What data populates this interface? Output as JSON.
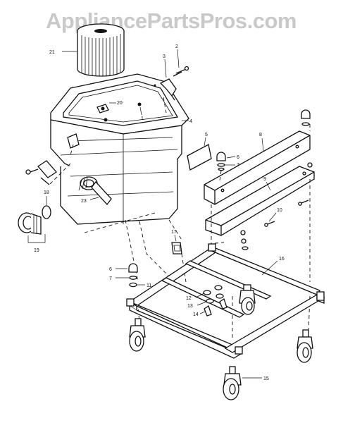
{
  "watermark": "AppliancePartsPros.com",
  "callouts": {
    "p1": "1",
    "p2": "2",
    "p3": "3",
    "p4": "4",
    "p5": "5",
    "p6a": "6",
    "p6b": "6",
    "p7a": "7",
    "p7b": "7",
    "p8": "8",
    "p9": "9",
    "p10": "10",
    "p11": "11",
    "p12": "12",
    "p13": "13",
    "p14": "14",
    "p15": "15",
    "p16": "16",
    "p17": "17",
    "p18": "18",
    "p19": "19",
    "p20": "20",
    "p21": "21",
    "p23": "23"
  }
}
